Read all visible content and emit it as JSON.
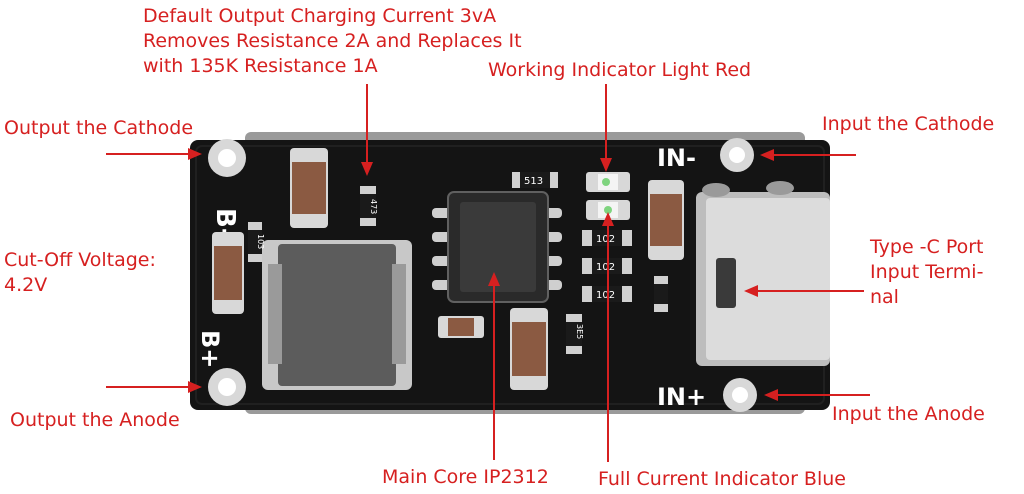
{
  "labels": {
    "default_current": [
      "Default Output Charging Current 3vA",
      "Removes Resistance 2A and Replaces It",
      "with 135K Resistance 1A"
    ],
    "working_indicator": "Working Indicator Light Red",
    "output_cathode": "Output the Cathode",
    "input_cathode": "Input the Cathode",
    "cutoff_voltage": [
      "Cut-Off Voltage:",
      "4.2V"
    ],
    "type_c_port": [
      "Type -C Port",
      "Input Termi-",
      "nal"
    ],
    "output_anode": "Output the Anode",
    "input_anode": "Input the Anode",
    "main_core": "Main Core IP2312",
    "full_current_indicator": "Full Current Indicator Blue"
  },
  "board": {
    "silkscreen": {
      "b_minus": "B-",
      "b_plus": "B+",
      "in_minus": "IN-",
      "in_plus": "IN+"
    },
    "component_codes": [
      "513",
      "473",
      "102",
      "103",
      "102",
      "3E5",
      "102"
    ]
  },
  "colors": {
    "annotation": "#d62020",
    "board": "#141414",
    "silkscreen": "#ffffff"
  }
}
